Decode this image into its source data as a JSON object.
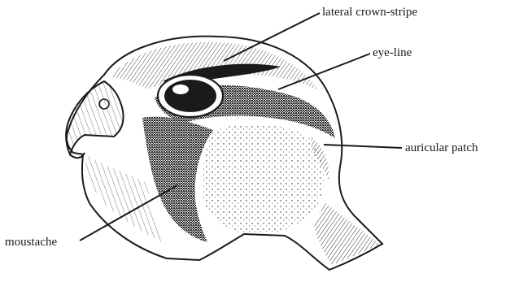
{
  "labels": {
    "lateral_crown_stripe": "lateral crown-stripe",
    "eye_line": "eye-line",
    "auricular_patch": "auricular patch",
    "moustache": "moustache"
  },
  "colors": {
    "ink": "#1a1a1a",
    "background": "#ffffff"
  }
}
